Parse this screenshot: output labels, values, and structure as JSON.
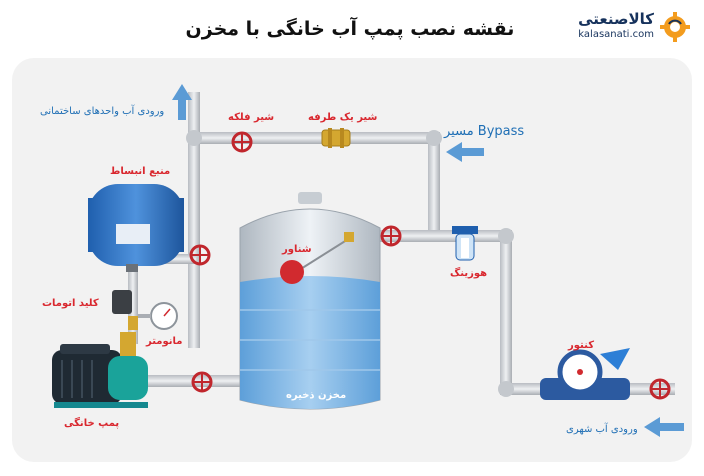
{
  "title": "نقشه نصب پمپ آب خانگی با مخزن",
  "logo": {
    "name": "کالاصنعتی",
    "site": "kalasanati.com"
  },
  "labels": {
    "building_inlet": "ورودی آب واحدهای ساختمانی",
    "gate_valve": "شیر فلکه",
    "check_valve": "شیر یک طرفه",
    "bypass": "مسیر Bypass",
    "expansion_tank": "منبع انبساط",
    "float": "شناور",
    "pressure_switch": "کلید اتومات",
    "manometer": "مانومتر",
    "filter": "هوزینگ",
    "meter": "کنتور",
    "pump": "پمپ خانگی",
    "storage_tank": "مخزن ذخیره",
    "city_inlet": "ورودی آب شهری"
  },
  "colors": {
    "label_red": "#d9272e",
    "label_blue": "#1f6fb5",
    "water": "#7fb6e6",
    "pipe": "#c9cdd2"
  }
}
